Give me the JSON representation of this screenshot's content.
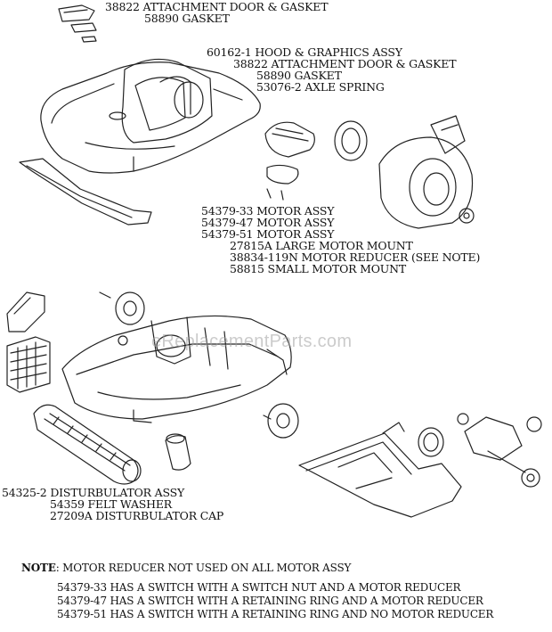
{
  "labels": {
    "top1": "38822 ATTACHMENT DOOR & GASKET",
    "top2": "58890 GASKET",
    "hood1": "60162-1 HOOD & GRAPHICS ASSY",
    "hood2": "38822 ATTACHMENT DOOR & GASKET",
    "hood3": "58890 GASKET",
    "hood4": "53076-2 AXLE SPRING",
    "motor1": "54379-33 MOTOR ASSY",
    "motor2": "54379-47 MOTOR ASSY",
    "motor3": "54379-51 MOTOR ASSY",
    "motor4": "27815A LARGE MOTOR MOUNT",
    "motor5": "38834-119N MOTOR REDUCER (SEE NOTE)",
    "motor6": "58815 SMALL MOTOR MOUNT",
    "dist1": "54325-2 DISTURBULATOR ASSY",
    "dist2": "54359 FELT WASHER",
    "dist3": "27209A DISTURBULATOR CAP"
  },
  "note": {
    "heading": "NOTE",
    "text": ":  MOTOR REDUCER NOT USED ON ALL MOTOR ASSY",
    "line1": "54379-33 HAS A SWITCH WITH A SWITCH NUT AND A MOTOR REDUCER",
    "line2": "54379-47 HAS A SWITCH WITH A RETAINING RING AND A MOTOR REDUCER",
    "line3": "54379-51 HAS A SWITCH WITH A RETAINING RING AND NO MOTOR REDUCER"
  },
  "watermark": "eReplacementParts.com"
}
